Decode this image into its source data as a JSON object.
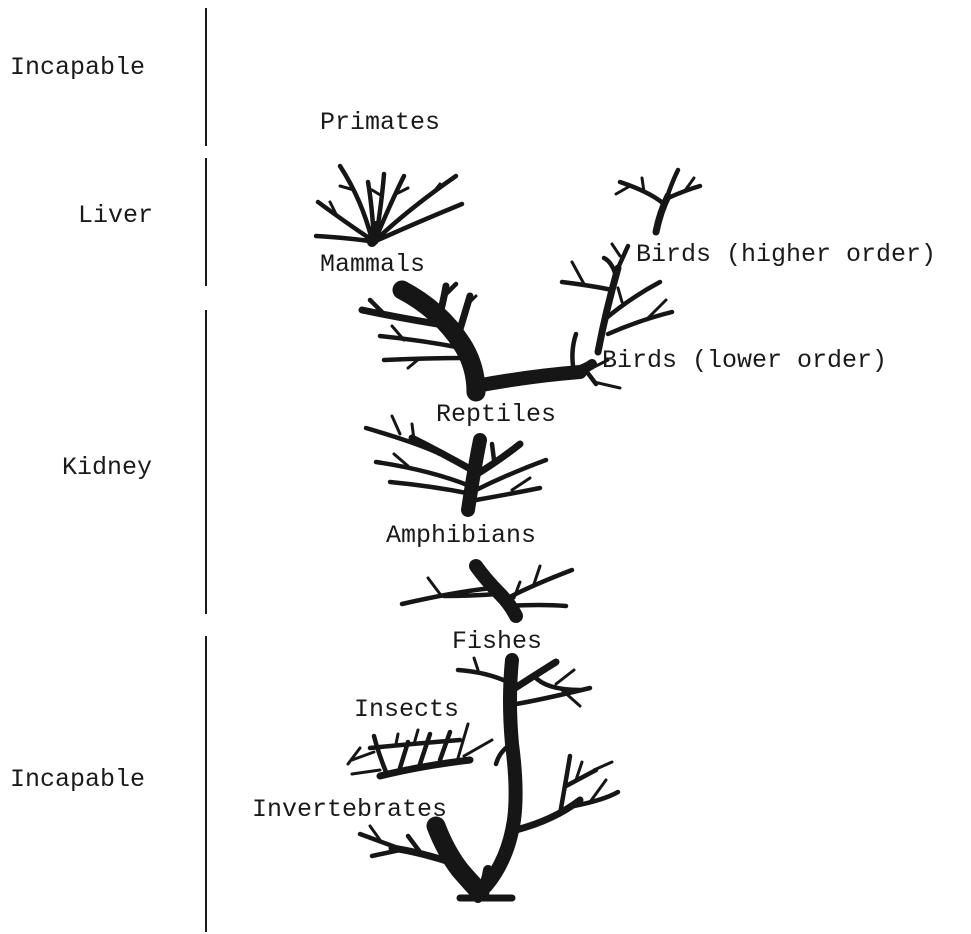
{
  "diagram": {
    "levels": [
      {
        "key": "incapable_top",
        "label": "Incapable"
      },
      {
        "key": "liver",
        "label": "Liver"
      },
      {
        "key": "kidney",
        "label": "Kidney"
      },
      {
        "key": "incapable_bottom",
        "label": "Incapable"
      }
    ],
    "groups": {
      "primates": "Primates",
      "birds_higher": "Birds (higher order)",
      "mammals": "Mammals",
      "birds_lower": "Birds (lower order)",
      "reptiles": "Reptiles",
      "amphibians": "Amphibians",
      "fishes": "Fishes",
      "insects": "Insects",
      "invertebrates": "Invertebrates"
    },
    "colors": {
      "ink": "#161616",
      "background": "#ffffff"
    }
  }
}
